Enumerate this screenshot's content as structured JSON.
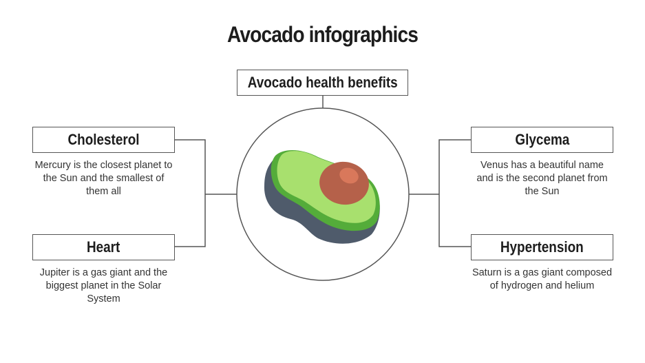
{
  "title": "Avocado infographics",
  "center": {
    "label": "Avocado health benefits",
    "illustration": "avocado-half-icon",
    "colors": {
      "skin": "#4f5b6b",
      "rind": "#54ac3a",
      "flesh": "#a8e06e",
      "pit": "#b5614a",
      "pit_highlight": "#d9785b",
      "line": "#555555"
    }
  },
  "benefits": [
    {
      "label": "Cholesterol",
      "description": "Mercury is the closest planet to the Sun and the smallest of them all",
      "side": "left"
    },
    {
      "label": "Heart",
      "description": "Jupiter is a gas giant and the biggest planet in the Solar System",
      "side": "left"
    },
    {
      "label": "Glycema",
      "description": "Venus has a beautiful name and is the second planet from the Sun",
      "side": "right"
    },
    {
      "label": "Hypertension",
      "description": "Saturn is a gas giant composed of hydrogen and helium",
      "side": "right"
    }
  ]
}
